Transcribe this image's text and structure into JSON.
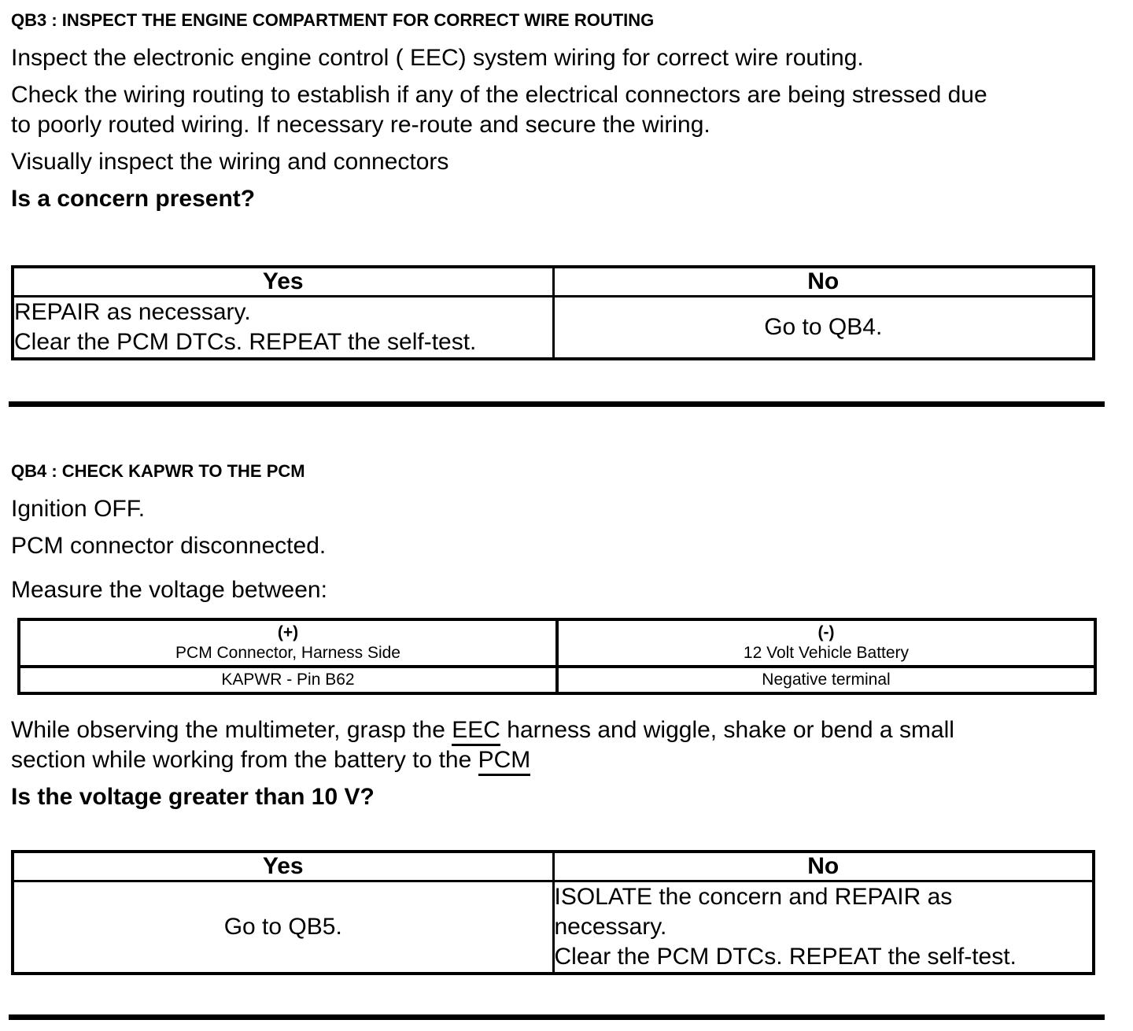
{
  "qb3": {
    "heading": "QB3 : INSPECT THE ENGINE COMPARTMENT FOR CORRECT WIRE ROUTING",
    "paragraphs": [
      {
        "lines": [
          "Inspect the electronic engine control ( EEC) system wiring for correct wire routing."
        ]
      },
      {
        "lines": [
          "Check the wiring routing to establish if any of the electrical connectors are being stressed due",
          "to poorly routed wiring. If necessary re-route and secure the wiring."
        ]
      },
      {
        "lines": [
          "Visually inspect the wiring and connectors"
        ]
      }
    ],
    "question": "Is a concern present?",
    "decision_table": {
      "yes_header": "Yes",
      "no_header": "No",
      "yes_lines": [
        "REPAIR as necessary.",
        "Clear the PCM DTCs. REPEAT the self-test."
      ],
      "no_action": "Go to QB4."
    }
  },
  "qb4": {
    "heading": "QB4 : CHECK KAPWR TO THE PCM",
    "steps": [
      "Ignition OFF.",
      "PCM connector disconnected.",
      "Measure the voltage between:"
    ],
    "measure_table": {
      "positive_symbol": "(+)",
      "positive_label": "PCM Connector, Harness Side",
      "positive_point": "KAPWR - Pin B62",
      "negative_symbol": "(-)",
      "negative_label": "12 Volt Vehicle Battery",
      "negative_point": "Negative terminal"
    },
    "wiggle": {
      "line1_pre": "While observing the multimeter, grasp the ",
      "line1_link": "EEC",
      "line1_post": " harness and wiggle, shake or bend a small",
      "line2_pre": "section while working from the battery to the ",
      "line2_link": "PCM"
    },
    "question": "Is the voltage greater than 10 V?",
    "decision_table": {
      "yes_header": "Yes",
      "no_header": "No",
      "yes_action": "Go to QB5.",
      "no_lines": [
        "ISOLATE the concern and REPAIR as",
        "necessary.",
        "Clear the PCM DTCs. REPEAT the self-test."
      ]
    }
  },
  "colors": {
    "text": "#000000",
    "background": "#ffffff"
  }
}
